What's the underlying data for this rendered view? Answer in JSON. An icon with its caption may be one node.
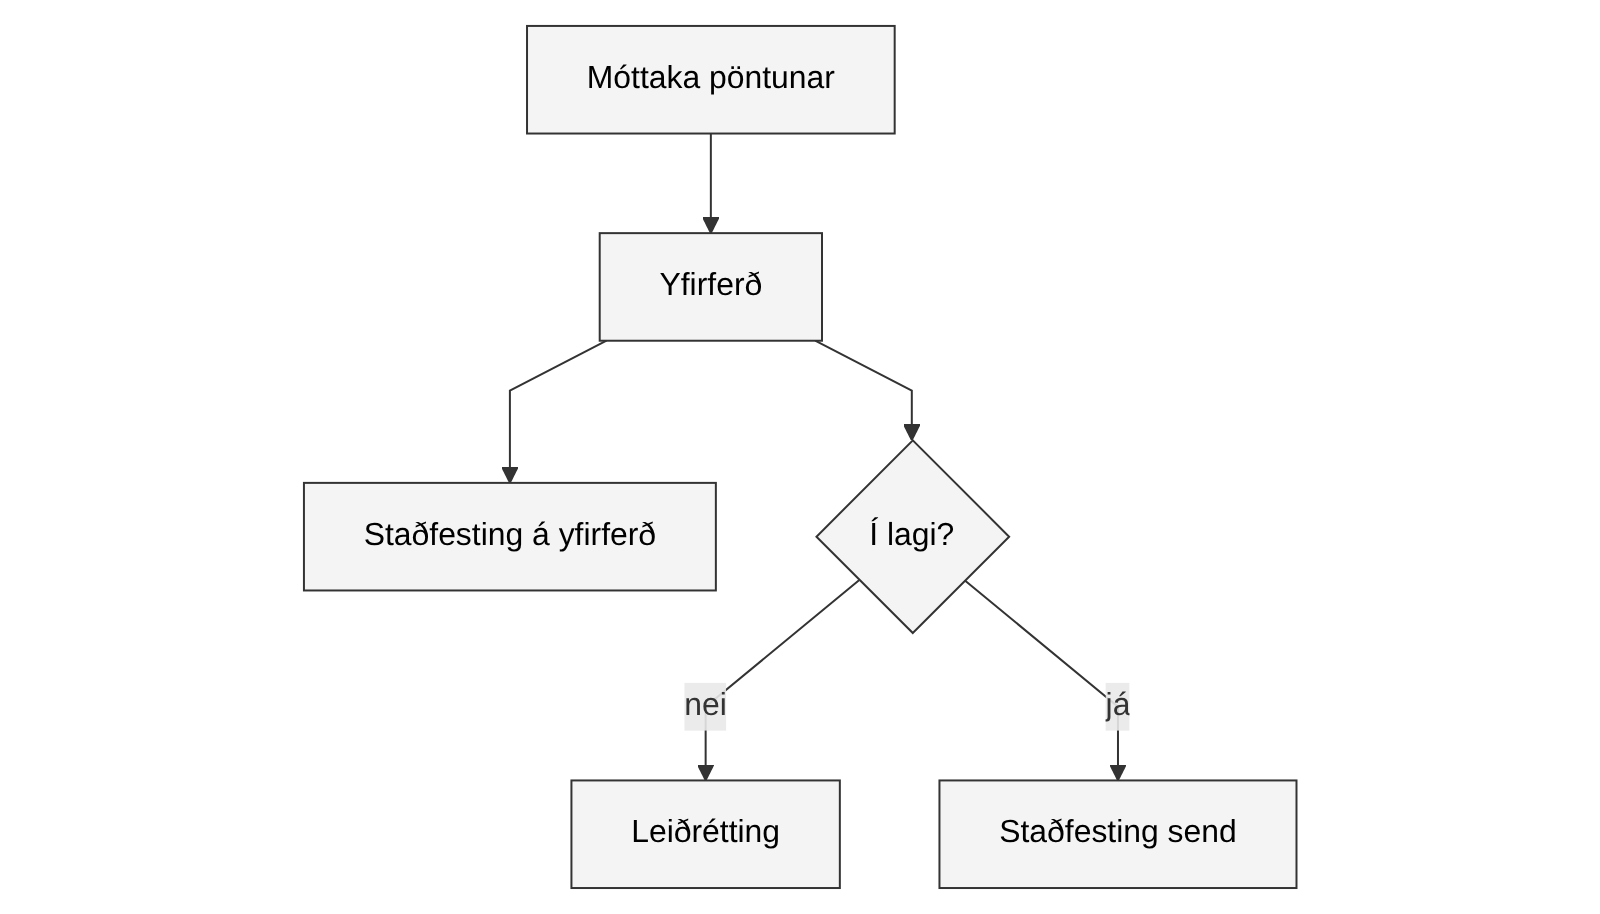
{
  "diagram": {
    "nodes": [
      {
        "text": [
          "Móttaka pöntunar"
        ]
      },
      {
        "text": [
          "Yfirferð"
        ]
      },
      {
        "text": [
          "Staðfesting á yfirferð"
        ]
      },
      {
        "text": [
          "Í lagi?"
        ]
      },
      {
        "text": [
          "Leiðrétting"
        ]
      },
      {
        "text": [
          "Staðfesting send"
        ]
      }
    ],
    "edges": [
      {
        "from": 0,
        "to": 1,
        "arrow": "to"
      },
      {
        "from": 1,
        "to": 2,
        "arrow": "to"
      },
      {
        "from": 1,
        "to": 3,
        "arrow": "to"
      },
      {
        "from": 3,
        "to": 4,
        "arrow": "to",
        "label": "nei"
      },
      {
        "from": 3,
        "to": 5,
        "arrow": "to",
        "label": "já"
      }
    ]
  }
}
